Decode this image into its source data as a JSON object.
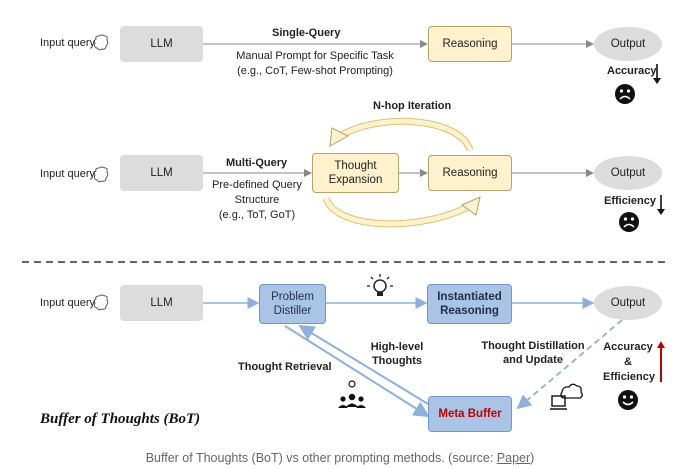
{
  "single": {
    "input_query": "Input query",
    "llm": "LLM",
    "title": "Single-Query",
    "desc_line1": "Manual Prompt for Specific Task",
    "desc_line2": "(e.g., CoT, Few-shot  Prompting)",
    "reasoning": "Reasoning",
    "output": "Output",
    "metric": "Accuracy"
  },
  "multi": {
    "iteration": "N-hop Iteration",
    "input_query": "Input query",
    "llm": "LLM",
    "title": "Multi-Query",
    "desc_line1": "Pre-defined Query",
    "desc_line2": "Structure",
    "desc_line3": "(e.g., ToT, GoT)",
    "thought_expansion": "Thought Expansion",
    "reasoning": "Reasoning",
    "output": "Output",
    "metric": "Efficiency"
  },
  "bot": {
    "input_query": "Input query",
    "llm": "LLM",
    "problem_distiller": "Problem Distiller",
    "instantiated_reasoning": "Instantiated Reasoning",
    "output": "Output",
    "high_level_thoughts": "High-level Thoughts",
    "thought_retrieval": "Thought Retrieval",
    "thought_distillation": "Thought Distillation and Update",
    "metric_line1": "Accuracy",
    "metric_line2": "&",
    "metric_line3": "Efficiency",
    "meta_buffer": "Meta Buffer",
    "title": "Buffer of Thoughts (BoT)"
  },
  "caption": {
    "text": "Buffer of Thoughts (BoT) vs other prompting methods. (source: ",
    "link": "Paper",
    "close": ")"
  },
  "colors": {
    "reasoning_fill": "#fff2cc",
    "blue_fill": "#aac4e6",
    "meta_buffer_text": "#c00000",
    "up_arrow": "#c00000",
    "cycle_arrow": "#ffe699"
  },
  "icons": [
    "bubble-icon",
    "sad-face-icon",
    "down-arrow-icon",
    "lightbulb-icon",
    "people-idea-icon",
    "cloud-computer-icon",
    "happy-face-icon",
    "up-arrow-icon"
  ]
}
